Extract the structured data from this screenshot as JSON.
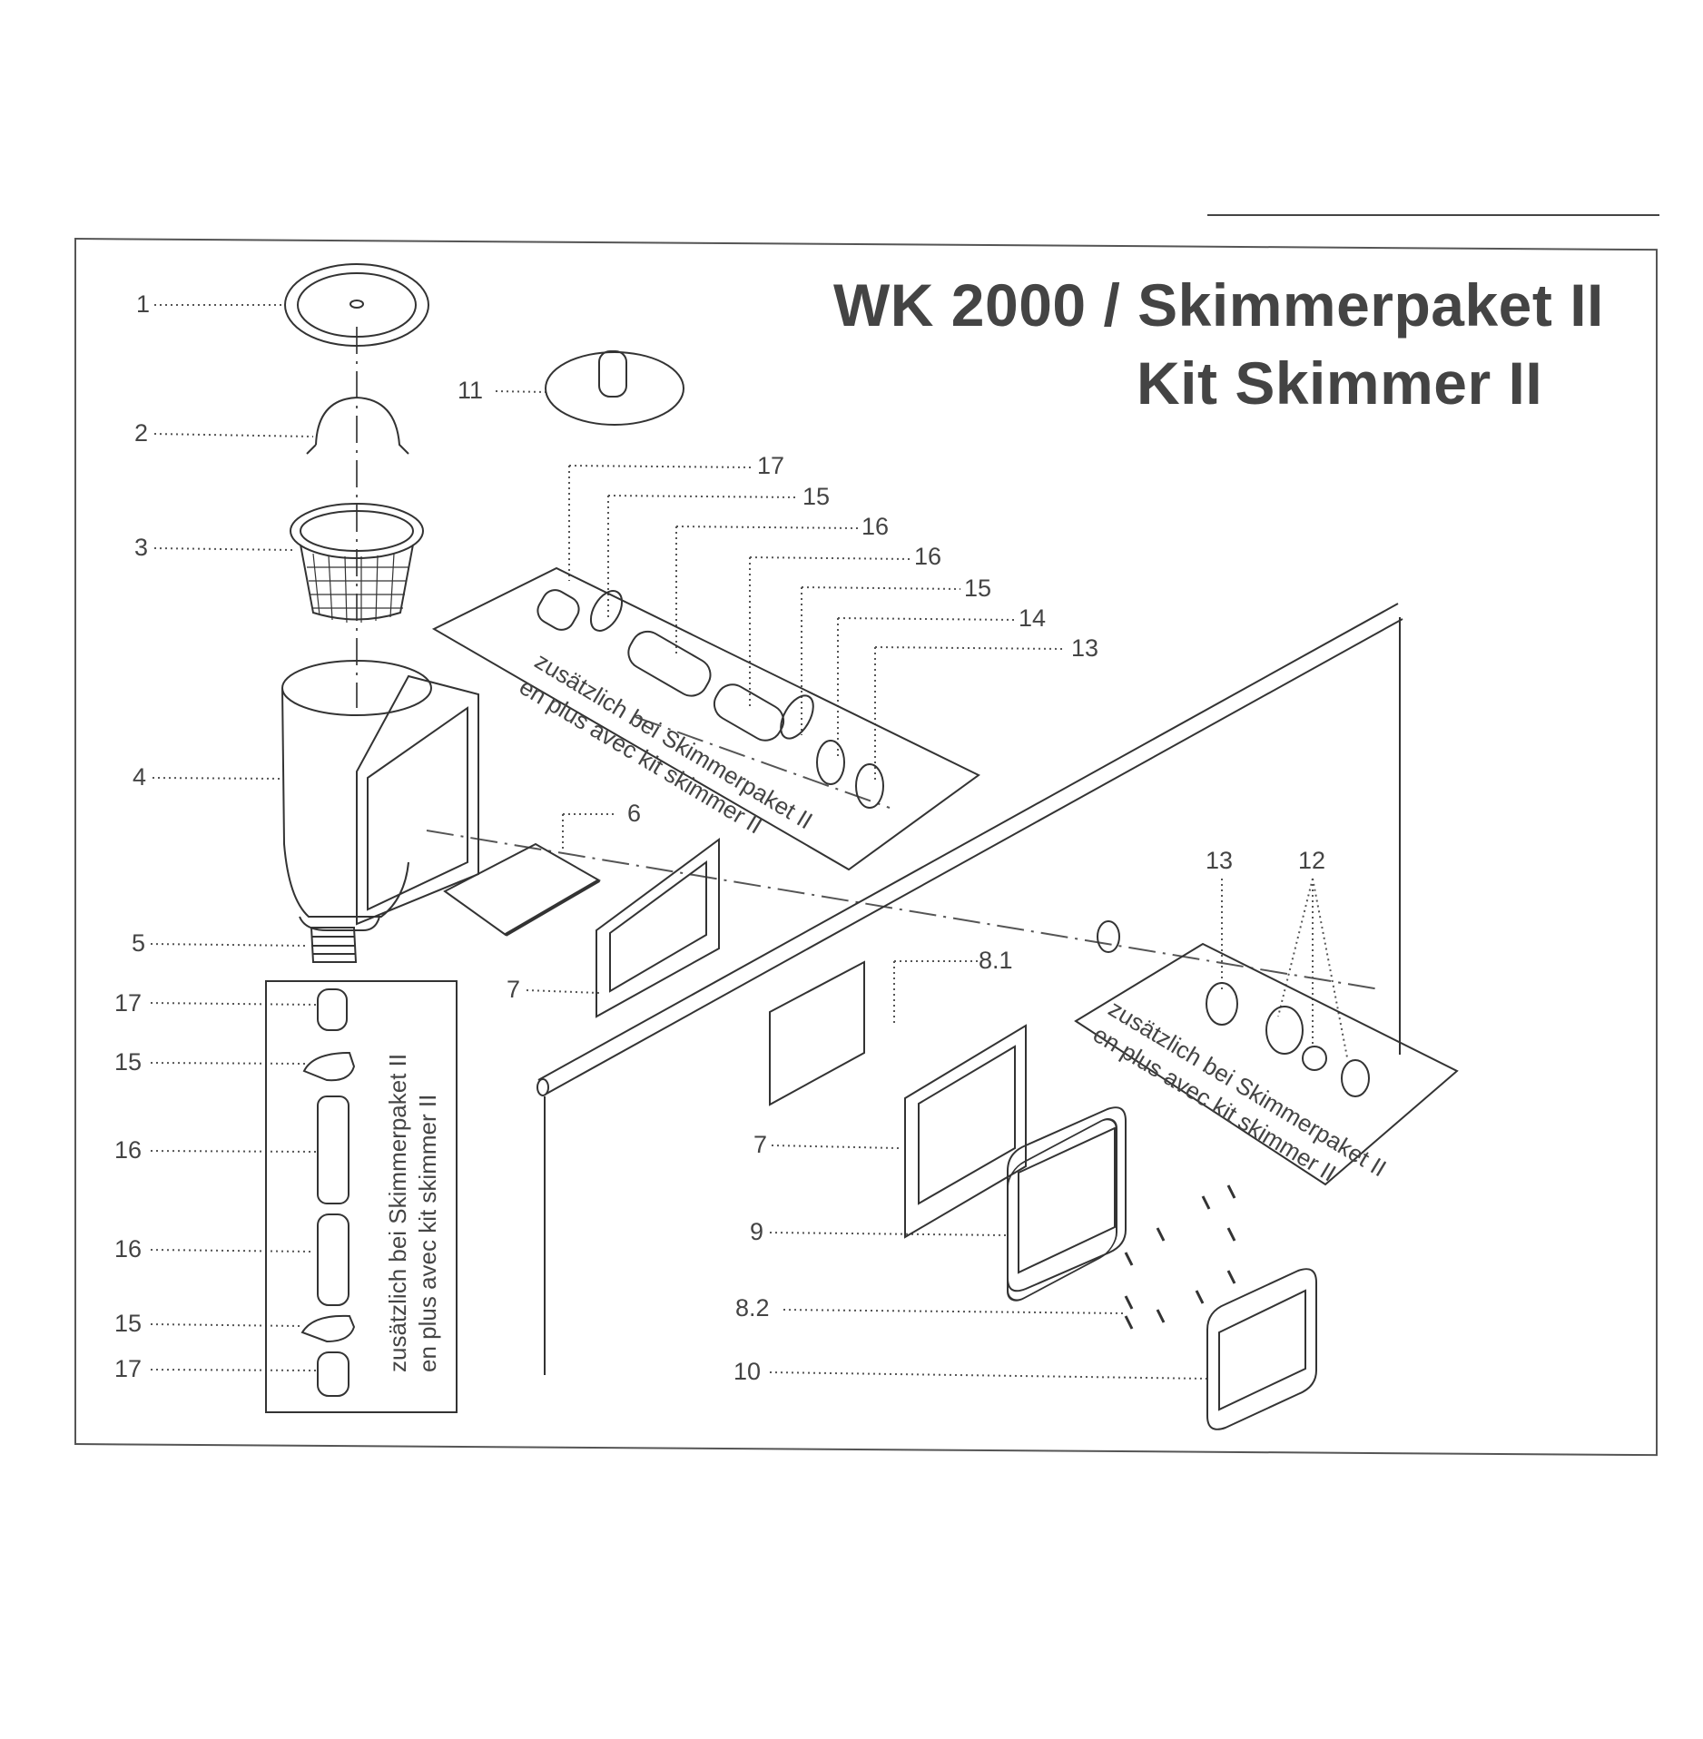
{
  "header": {
    "title_line1": "WK 2000 / Skimmerpaket II",
    "title_line2": "Kit Skimmer II"
  },
  "notes": {
    "de": "zusätzlich bei Skimmerpaket II",
    "fr": "en plus avec kit skimmer II"
  },
  "callouts": [
    {
      "id": "c1",
      "label": "1",
      "part": "skimmer-lid"
    },
    {
      "id": "c2",
      "label": "2",
      "part": "basket-handle"
    },
    {
      "id": "c3",
      "label": "3",
      "part": "skimmer-basket"
    },
    {
      "id": "c4",
      "label": "4",
      "part": "skimmer-body"
    },
    {
      "id": "c5",
      "label": "5",
      "part": "threaded-connector"
    },
    {
      "id": "c6",
      "label": "6",
      "part": "weir-flap"
    },
    {
      "id": "c7a",
      "label": "7",
      "part": "gasket"
    },
    {
      "id": "c7b",
      "label": "7",
      "part": "gasket"
    },
    {
      "id": "c8_1",
      "label": "8.1",
      "part": "wall-cutout"
    },
    {
      "id": "c8_2",
      "label": "8.2",
      "part": "screws"
    },
    {
      "id": "c9",
      "label": "9",
      "part": "mounting-flange"
    },
    {
      "id": "c10",
      "label": "10",
      "part": "cover-frame"
    },
    {
      "id": "c11",
      "label": "11",
      "part": "vacuum-plate"
    },
    {
      "id": "c12",
      "label": "12",
      "part": "return-nozzle-set"
    },
    {
      "id": "c13a",
      "label": "13",
      "part": "seal-ring"
    },
    {
      "id": "c13b",
      "label": "13",
      "part": "seal-ring"
    },
    {
      "id": "c14",
      "label": "14",
      "part": "washer"
    },
    {
      "id": "c15a",
      "label": "15",
      "part": "hose-clamp"
    },
    {
      "id": "c15b",
      "label": "15",
      "part": "hose-clamp"
    },
    {
      "id": "c15c",
      "label": "15",
      "part": "hose-clamp"
    },
    {
      "id": "c15d",
      "label": "15",
      "part": "hose-clamp"
    },
    {
      "id": "c16a",
      "label": "16",
      "part": "hose"
    },
    {
      "id": "c16b",
      "label": "16",
      "part": "hose"
    },
    {
      "id": "c16c",
      "label": "16",
      "part": "hose"
    },
    {
      "id": "c16d",
      "label": "16",
      "part": "hose"
    },
    {
      "id": "c17a",
      "label": "17",
      "part": "hose-adapter"
    },
    {
      "id": "c17b",
      "label": "17",
      "part": "hose-adapter"
    },
    {
      "id": "c17c",
      "label": "17",
      "part": "hose-adapter"
    }
  ]
}
